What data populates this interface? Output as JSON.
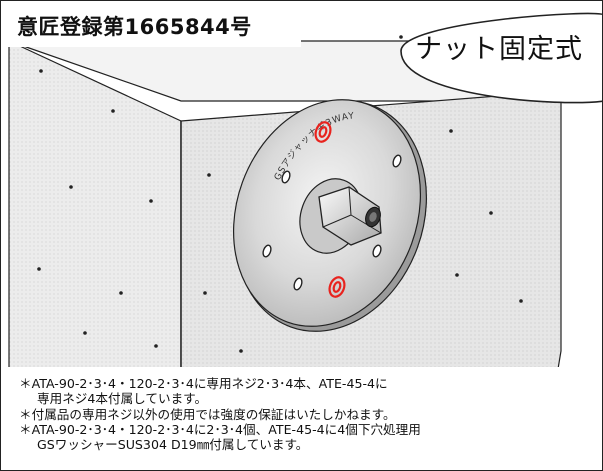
{
  "title": "意匠登録第1665844号",
  "badge": "ナット固定式",
  "plate_label": "GSアジャッナギ3WAY",
  "notes": [
    "＊ATA-90-2･3･4・120-2･3･4に専用ネジ2･3･4本、ATE-45-4に",
    "専用ネジ4本付属しています。",
    "＊付属品の専用ネジ以外の使用では強度の保証はいたしかねます。",
    "＊ATA-90-2･3･4・120-2･3･4に2･3･4個、ATE-45-4に4個下穴処理用",
    "GSワッシャーSUS304 D19㎜付属しています。"
  ],
  "colors": {
    "screw_highlight": "#e8231e",
    "wall": "#e4e4e4",
    "plate": "#d4d4d4"
  }
}
